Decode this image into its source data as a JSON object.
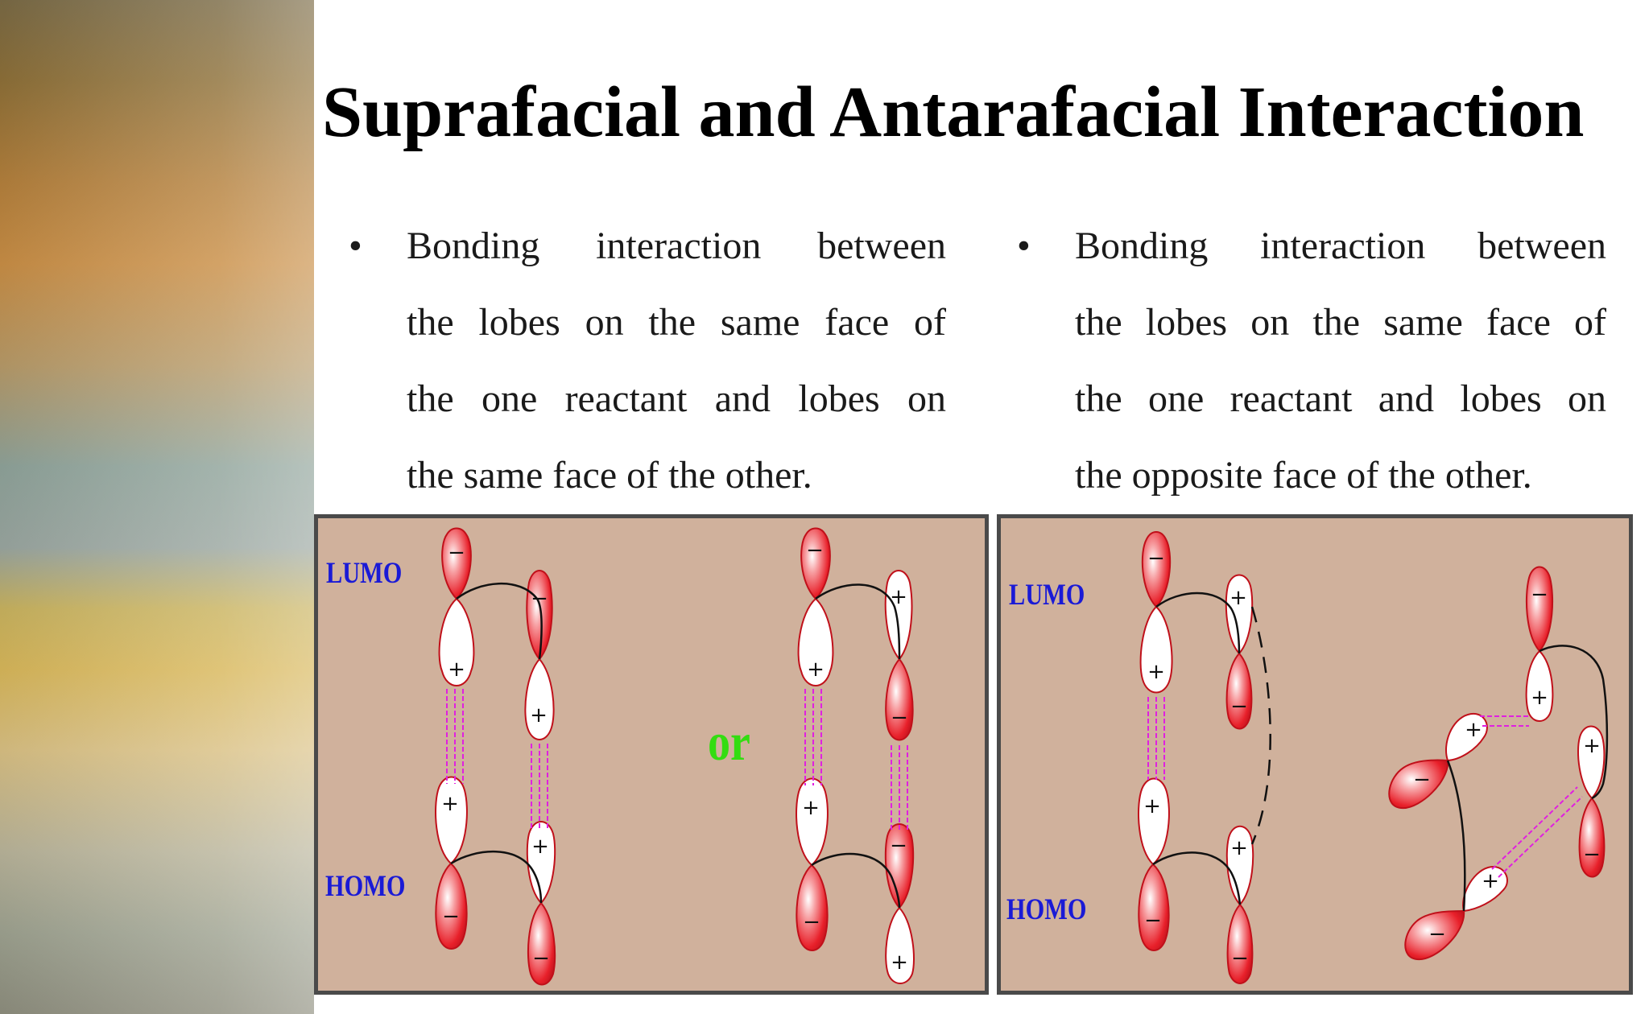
{
  "slide": {
    "title": "Suprafacial and Antarafacial Interaction",
    "bullet_char": "•"
  },
  "left_text": {
    "lines": [
      "Bonding interaction between",
      "the lobes on the same face of",
      "the one reactant and lobes on",
      "the same face of the other."
    ]
  },
  "right_text": {
    "lines": [
      "Bonding interaction between",
      "the lobes on the same face of",
      "the one reactant and lobes on",
      "the opposite face of the other."
    ]
  },
  "left_panel": {
    "lumo_label": "LUMO",
    "homo_label": "HOMO",
    "or_label": "or",
    "signs": {
      "a": [
        "−",
        "+",
        "+",
        "−"
      ],
      "b": [
        "−",
        "+",
        "+",
        "−"
      ],
      "c": [
        "−",
        "+",
        "+",
        "−"
      ],
      "d": [
        "+",
        "−",
        "−",
        "+"
      ]
    }
  },
  "right_panel": {
    "lumo_label": "LUMO",
    "homo_label": "HOMO",
    "signs": {
      "a": [
        "−",
        "+",
        "+",
        "−"
      ],
      "b": [
        "+",
        "−",
        "+",
        "−"
      ],
      "c": [
        "−",
        "+",
        "+",
        "−",
        "+",
        "−"
      ]
    }
  },
  "colors": {
    "panel_bg": "#d0b19c",
    "lobe_red": "#e8202a",
    "bond_magenta": "#e020e0",
    "label_blue": "#1a1ad6",
    "or_green": "#33dd11"
  }
}
